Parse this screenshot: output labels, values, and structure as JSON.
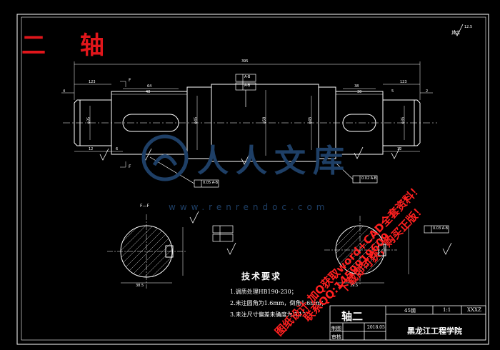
{
  "drawing": {
    "part_title": "二 轴",
    "roughness_note": "12.5",
    "roughness_other": "其余",
    "section_label": "F—F"
  },
  "dimensions": {
    "overall_length": "395",
    "d1": "123",
    "d2": "64",
    "d3": "48",
    "d4": "38",
    "d5": "12",
    "d6": "6",
    "d7": "5",
    "d8": "4",
    "d9": "2",
    "d10": "30",
    "dia1": "φ35",
    "dia2": "φ45",
    "dia3": "φ58",
    "dia4": "φ45",
    "dia5": "φ35",
    "sec_dim1": "38.5",
    "sec_dim2": "39.5",
    "key_label": "A-B",
    "tol1": "0.05 A-B",
    "tol2": "0.02 A-B",
    "tol3": "0.03 A-B"
  },
  "requirements": {
    "title": "技术要求",
    "items": [
      "1.调质处理HB190-230；",
      "2.未注圆角为1.6mm，倒角1.6mm；",
      "3.未注尺寸偏差未确度为IT12"
    ]
  },
  "title_block": {
    "part_name": "轴二",
    "material": "45钢",
    "scale": "1:1",
    "sheet": "XXXZ",
    "drawn_label": "制图",
    "checked_label": "审核",
    "date": "2018.05",
    "school": "黑龙江工程学院"
  },
  "watermark": {
    "brand": "人人文库",
    "url": "www.renrendoc.com"
  },
  "stamp": {
    "line1": "图纸设计 加Q获取word+CAD全套资料！",
    "line2": "联系QQ:1459919609",
    "line3": "下载即可获，购买正版！"
  },
  "colors": {
    "background": "#000000",
    "lines": "#ffffff",
    "title_red": "#e0161b",
    "watermark_blue": "#1e3f66",
    "stamp_red": "#ff2020"
  }
}
